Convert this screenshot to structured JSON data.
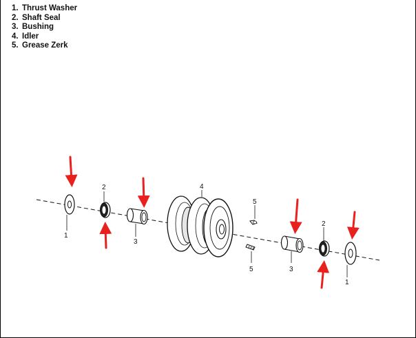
{
  "legend": [
    {
      "num": "1.",
      "label": "Thrust Washer"
    },
    {
      "num": "2.",
      "label": "Shaft Seal"
    },
    {
      "num": "3.",
      "label": "Bushing"
    },
    {
      "num": "4.",
      "label": "Idler"
    },
    {
      "num": "5.",
      "label": "Grease Zerk"
    }
  ],
  "callouts": {
    "washer_left": "1",
    "seal_left": "2",
    "bushing_left": "3",
    "idler": "4",
    "zerk_top": "5",
    "zerk_bottom": "5",
    "bushing_right": "3",
    "seal_right": "2",
    "washer_right": "1"
  },
  "colors": {
    "arrow": "#e8201e",
    "line": "#111111",
    "part_fill": "#ffffff",
    "shade": "#e6e6e6"
  }
}
